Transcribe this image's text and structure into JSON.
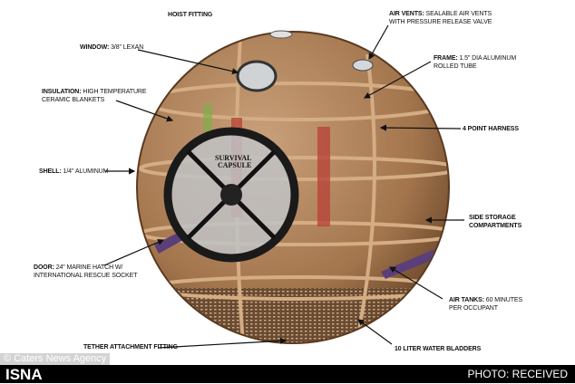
{
  "labels": {
    "hoist": "HOIST FITTING",
    "window_t": "WINDOW:",
    "window_d": "3/8\" LEXAN",
    "insulation_t": "INSULATION:",
    "insulation_d1": "HIGH TEMPERATURE",
    "insulation_d2": "CERAMIC BLANKETS",
    "shell_t": "SHELL:",
    "shell_d": "1/4\" ALUMINUM",
    "door_t": "DOOR:",
    "door_d1": "24\" MARINE HATCH W/",
    "door_d2": "INTERNATIONAL RESCUE SOCKET",
    "tether": "TETHER ATTACHMENT FITTING",
    "water": "10 LITER WATER BLADDERS",
    "airtanks_t": "AIR TANKS:",
    "airtanks_d1": "60 MINUTES",
    "airtanks_d2": "PER OCCUPANT",
    "storage1": "SIDE STORAGE",
    "storage2": "COMPARTMENTS",
    "harness": "4 POINT HARNESS",
    "frame_t": "FRAME:",
    "frame_d1": "1.5\" DIA ALUMINUM",
    "frame_d2": "ROLLED TUBE",
    "vents_t": "AIR VENTS:",
    "vents_d1": "SEALABLE AIR VENTS",
    "vents_d2": "WITH PRESSURE RELEASE VALVE"
  },
  "logo_text": "SURVIVAL CAPSULE",
  "watermark": "© Caters News Agency",
  "footer": {
    "brand": "ISNA",
    "credit": "PHOTO: RECEIVED"
  },
  "colors": {
    "shell": "#a87a52",
    "frame": "#c49a70",
    "red": "#b8453a"
  }
}
